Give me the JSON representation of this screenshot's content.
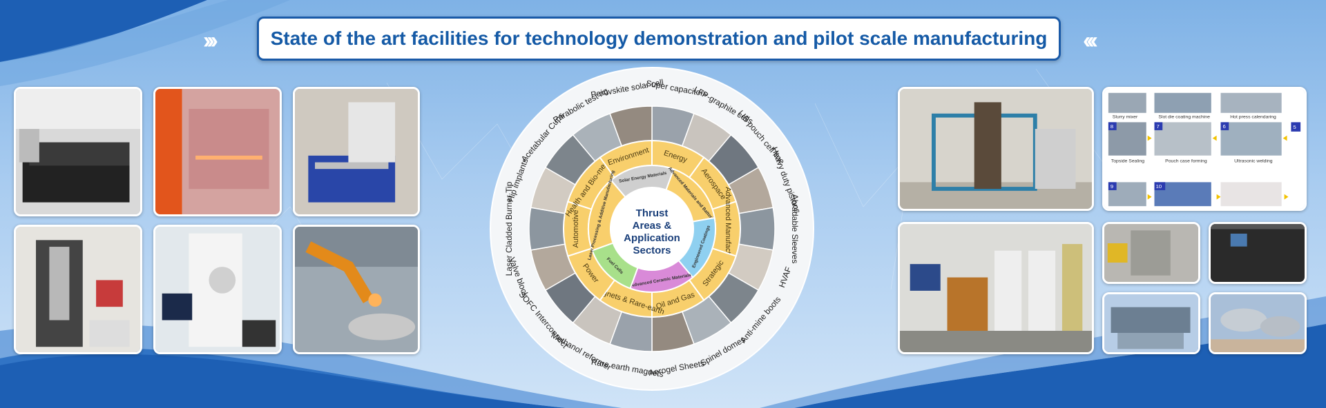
{
  "title": "State of the art facilities for technology demonstration and pilot scale manufacturing",
  "center": {
    "line1": "Thrust",
    "line2": "Areas &",
    "line3": "Application",
    "line4": "Sectors"
  },
  "inner_ring": [
    "Solar Energy Materials",
    "Advanced Materials and Batteries",
    "Engineered Coatings",
    "Advanced Ceramic Materials",
    "Fuel Cells",
    "Laser Processing & Additive Manufacturing"
  ],
  "middle_ring": [
    "Energy",
    "Aerospace",
    "Advanced Manufacturing",
    "Strategic",
    "Oil and Gas",
    "Magnets & Rare-earth",
    "Power",
    "Automotive",
    "Health and Bio-medical",
    "Environment"
  ],
  "outer_labels": [
    "Super capacitors",
    "LFP-graphite cells",
    "LIB pouch cell line",
    "Heavy duty pistons",
    "Abradable Sleeves",
    "HVAF",
    "Anti-mine boots",
    "Spinel domes",
    "Aerogel Sheets",
    "Rare earth magnets",
    "Methanol reformer",
    "SOFC Interconnect",
    "Valve block",
    "Laser Cladded Burner Tip",
    "Hip implants",
    "Acetabular Cups",
    "Parabolic test rig",
    "Perovskite solar cell"
  ],
  "flow_labels": {
    "slurry": "Slurry mixer",
    "slot": "Slot die coating machine",
    "hot": "Hot press calendaring",
    "n8": "8",
    "n7": "7",
    "n6": "6",
    "n5": "5",
    "n9": "9",
    "n10": "10",
    "topside": "Topside Sealing",
    "pouch": "Pouch case forming",
    "ultra": "Ultrasonic welding"
  },
  "colors": {
    "title_text": "#155aa6",
    "ring_yellow": "#f8cf6c",
    "inner_gray": "#cfcfcf",
    "inner_blue": "#8fd0f0",
    "inner_purple": "#d98ad8",
    "inner_green": "#a8e08a"
  }
}
